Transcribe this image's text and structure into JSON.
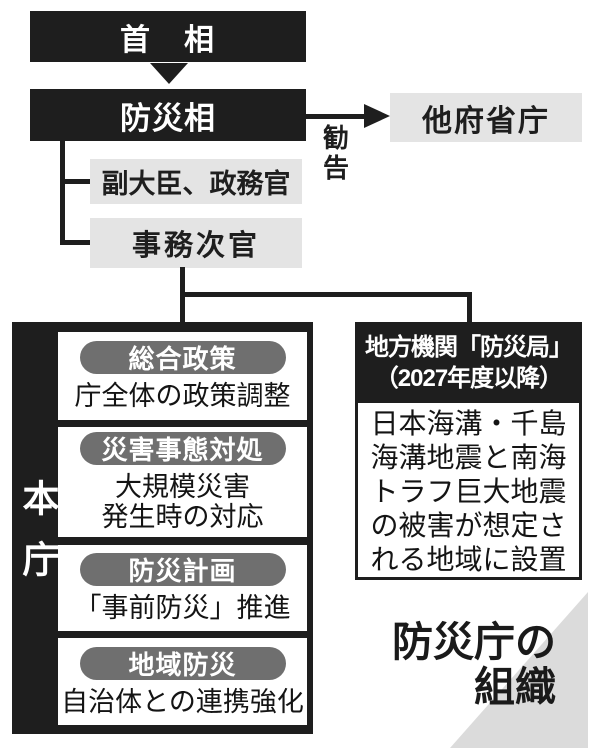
{
  "figure_title": "防災庁の組織",
  "figure_title_display": "防災庁の\n組織",
  "nodes": {
    "prime_minister": "首　相",
    "disaster_minister": "防災相",
    "recommendation_label": "勧告",
    "other_ministries": "他府省庁",
    "vice_ministers": "副大臣、政務官",
    "admin_vice_minister": "事務次官",
    "main_agency": "本庁"
  },
  "departments": [
    {
      "name": "総合政策",
      "desc": "庁全体の政策調整"
    },
    {
      "name": "災害事態対処",
      "desc": "大規模災害\n発生時の対応"
    },
    {
      "name": "防災計画",
      "desc": "「事前防災」推進"
    },
    {
      "name": "地域防災",
      "desc": "自治体との連携強化"
    }
  ],
  "regional_office": {
    "header": "地方機関「防災局」\n（2027年度以降）",
    "body": "日本海溝・千島\n海溝地震と南海\nトラフ巨大地震\nの被害が想定さ\nれる地域に設置"
  },
  "colors": {
    "box_black": "#1e1e1e",
    "box_light_gray": "#e4e4e4",
    "pill_gray": "#6f6f6f",
    "corner_triangle_gray": "#dbdbdb"
  }
}
